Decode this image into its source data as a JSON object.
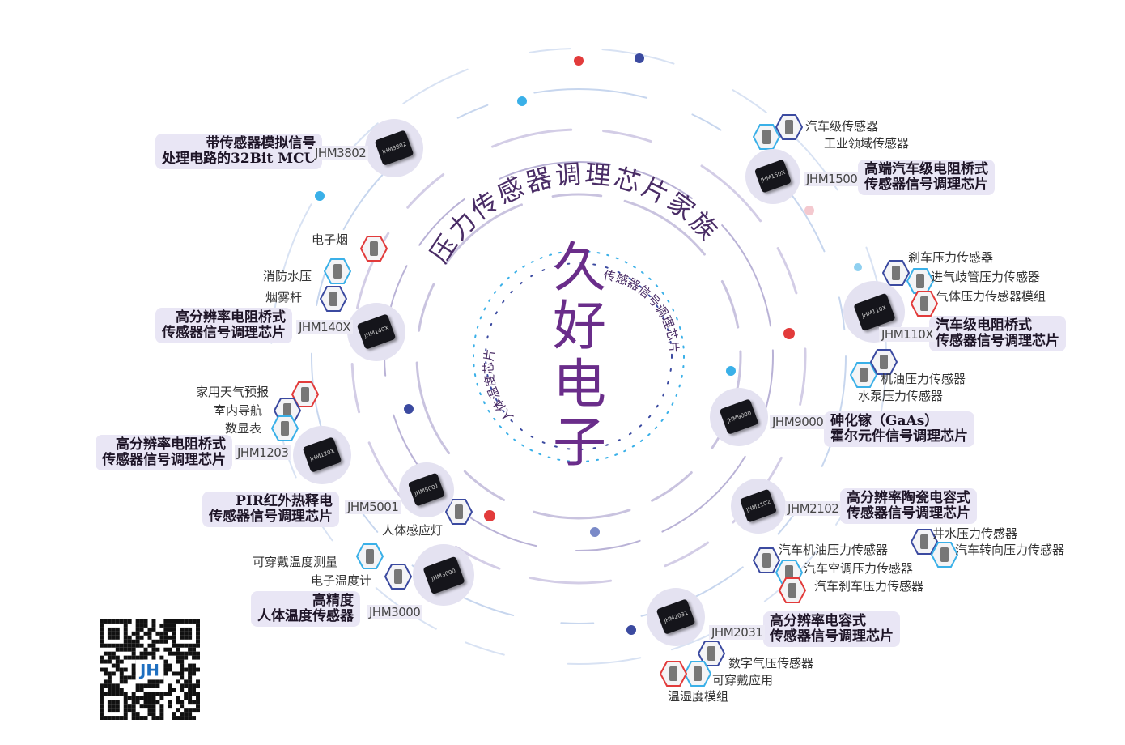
{
  "title": "压力传感器调理芯片家族",
  "brand": "久好电子",
  "inner_arc_right": "传感器信号调理芯片",
  "inner_arc_left": "人体温度芯片",
  "colors": {
    "brand": "#6a2d8a",
    "box_bg": "#e9e6f5",
    "circle_bg": "#e4e2f1",
    "accent_blue": "#3ab0e8",
    "accent_red": "#e23b3b",
    "accent_navy": "#3b4aa0"
  },
  "products": [
    {
      "model": "JHM3802",
      "lines": [
        "带传感器模拟信号",
        "处理电路的32Bit MCU"
      ],
      "chip": "JHM3802"
    },
    {
      "model": "JHM1500",
      "lines": [
        "高端汽车级电阻桥式",
        "传感器信号调理芯片"
      ],
      "chip": "JHM150X"
    },
    {
      "model": "JHM140X",
      "lines": [
        "高分辨率电阻桥式",
        "传感器信号调理芯片"
      ],
      "chip": "JHM140X"
    },
    {
      "model": "JHM110X",
      "lines": [
        "汽车级电阻桥式",
        "传感器信号调理芯片"
      ],
      "chip": "JHM110X"
    },
    {
      "model": "JHM9000",
      "lines": [
        "砷化镓（GaAs）",
        "霍尔元件信号调理芯片"
      ],
      "chip": "JHM9000"
    },
    {
      "model": "JHM1203",
      "lines": [
        "高分辨率电阻桥式",
        "传感器信号调理芯片"
      ],
      "chip": "JHM120X"
    },
    {
      "model": "JHM5001",
      "lines": [
        "PIR红外热释电",
        "传感器信号调理芯片"
      ],
      "chip": "JHM5001"
    },
    {
      "model": "JHM2102",
      "lines": [
        "高分辨率陶瓷电容式",
        "传感器信号调理芯片"
      ],
      "chip": "JHM2102"
    },
    {
      "model": "JHM3000",
      "lines": [
        "高精度",
        "人体温度传感器"
      ],
      "chip": "JHM3000"
    },
    {
      "model": "JHM2031",
      "lines": [
        "高分辨率电容式",
        "传感器信号调理芯片"
      ],
      "chip": "JHM2031"
    }
  ],
  "applications": [
    "汽车级传感器",
    "工业领域传感器",
    "电子烟",
    "消防水压",
    "烟雾杆",
    "刹车压力传感器",
    "进气歧管压力传感器",
    "气体压力传感器模组",
    "机油压力传感器",
    "水泵压力传感器",
    "家用天气预报",
    "室内导航",
    "数显表",
    "人体感应灯",
    "可穿戴温度测量",
    "电子温度计",
    "汽车机油压力传感器",
    "汽车空调压力传感器",
    "汽车刹车压力传感器",
    "井水压力传感器",
    "汽车转向压力传感器",
    "数字气压传感器",
    "可穿戴应用",
    "温湿度模组"
  ],
  "qr_logo": "JH"
}
